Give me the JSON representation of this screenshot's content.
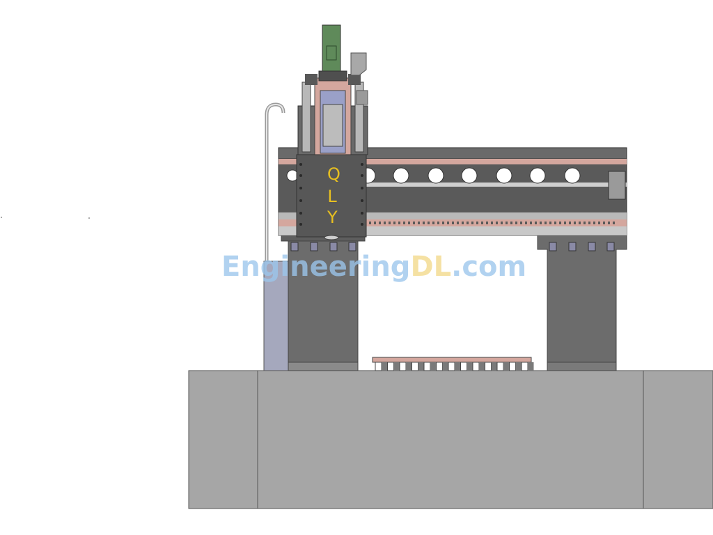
{
  "brand": {
    "letters": [
      "Q",
      "L",
      "Y"
    ]
  },
  "watermark": {
    "part1": "Engineering",
    "part2": "DL",
    "part3": ".com"
  },
  "colors": {
    "background": "#ffffff",
    "base_gray": "#a6a6a6",
    "frame_dark": "#5a5a5a",
    "column_gray": "#6e6e6e",
    "rail_pink": "#d4a79e",
    "motor_green": "#5f8a5a",
    "brand_yellow": "#e8c020",
    "watermark_blue": "#9cc6ec",
    "watermark_gold": "#f3d98a"
  }
}
